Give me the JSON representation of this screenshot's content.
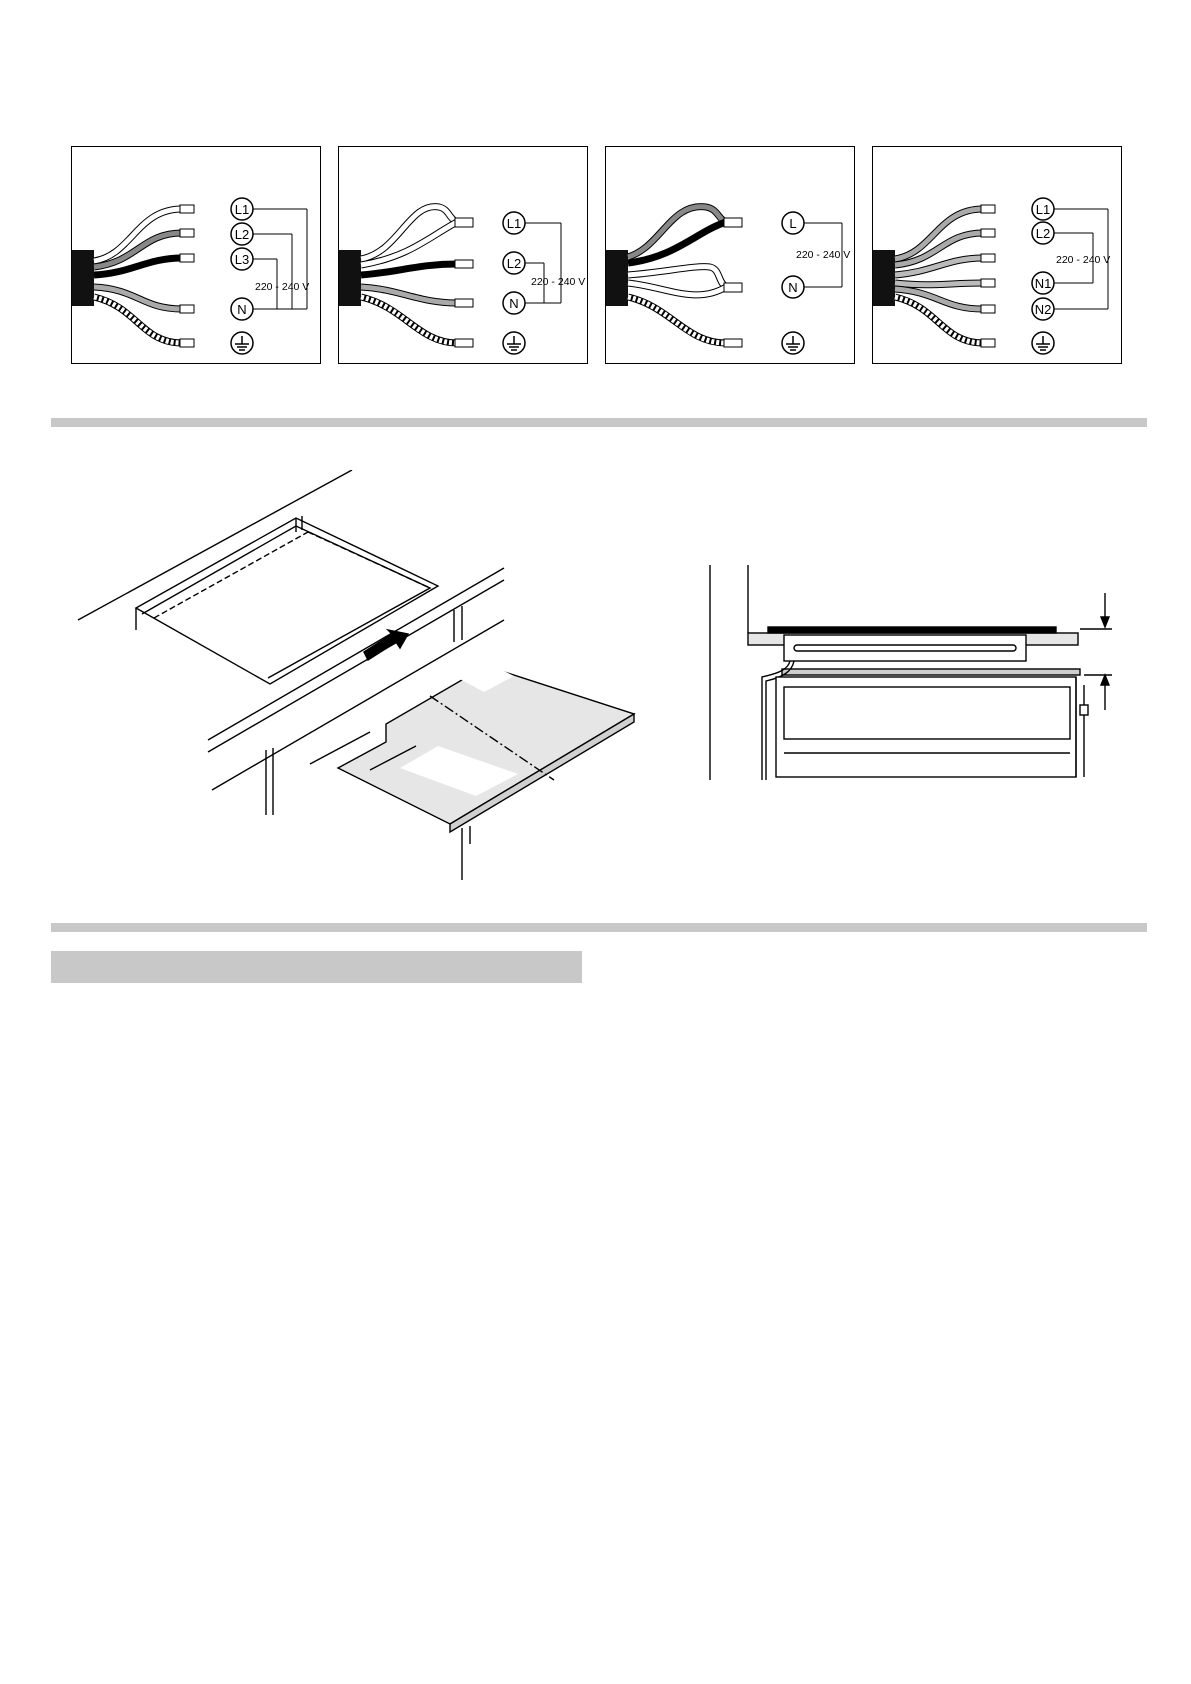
{
  "wiring_diagrams": [
    {
      "terminals": [
        "L1",
        "L2",
        "L3",
        "N",
        "earth"
      ],
      "voltage": "220 - 240 V"
    },
    {
      "terminals": [
        "L1",
        "L2",
        "N",
        "earth"
      ],
      "voltage": "220 - 240 V"
    },
    {
      "terminals": [
        "L",
        "N",
        "earth"
      ],
      "voltage": "220 - 240 V"
    },
    {
      "terminals": [
        "L1",
        "L2",
        "N1",
        "N2",
        "earth"
      ],
      "voltage": "220 - 240 V"
    }
  ],
  "colors": {
    "section_bar": "#c8c8c8",
    "line": "#000000",
    "panel_fill": "#e6e6e6"
  }
}
